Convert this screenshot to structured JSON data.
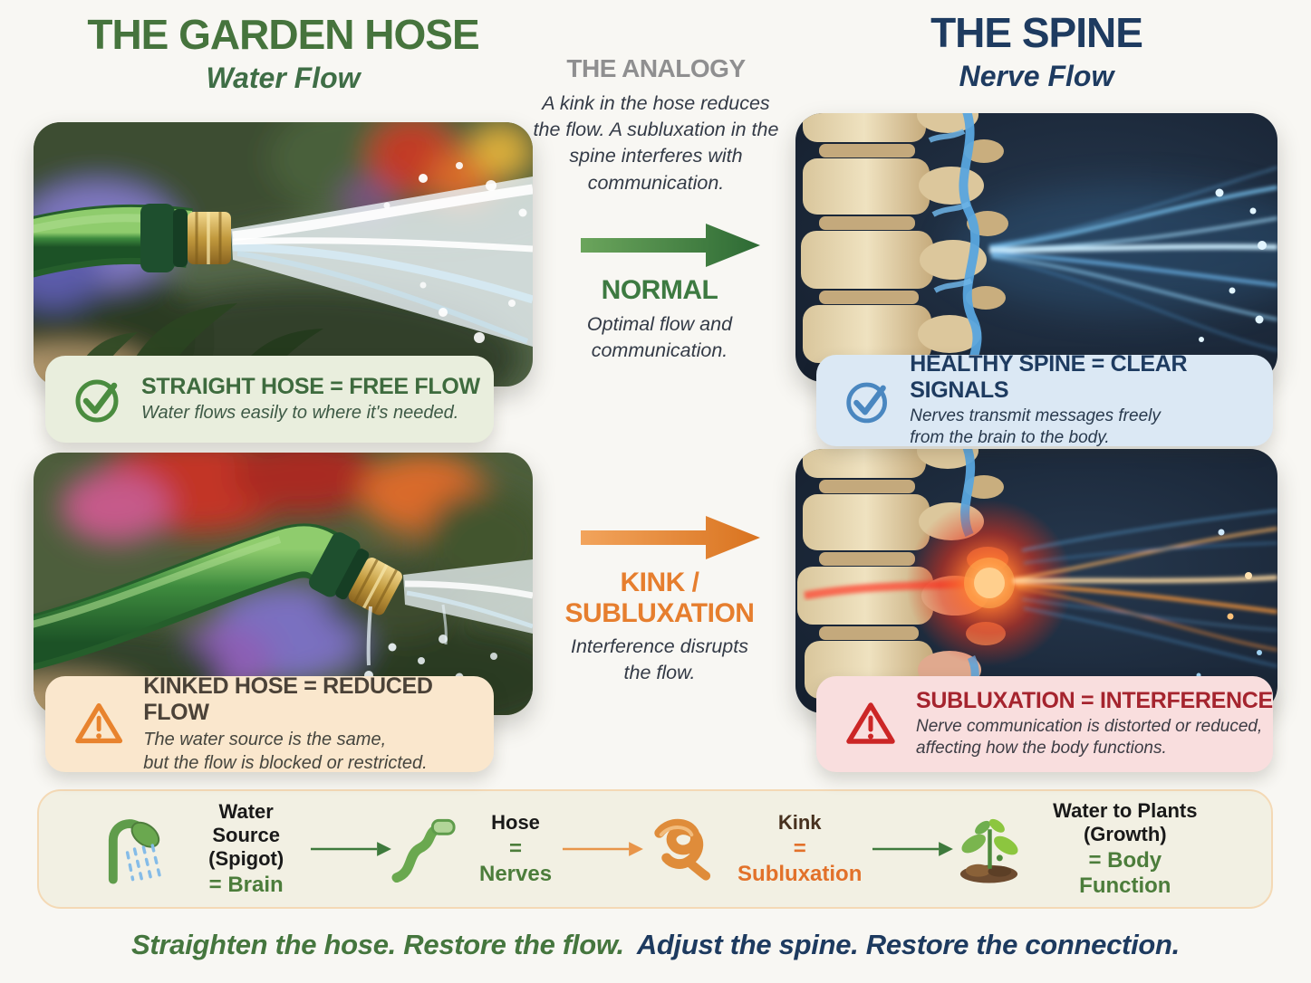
{
  "colors": {
    "background": "#f8f7f3",
    "garden_green": "#46743d",
    "spine_navy": "#1e3b60",
    "analogy_gray": "#8f8f90",
    "normal_green": "#3d7a41",
    "kink_orange": "#e67e2e",
    "alert_red": "#a5242e",
    "box_green_bg": "#e9eedd",
    "box_blue_bg": "#dbe8f4",
    "box_orange_bg": "#fae7cd",
    "box_red_bg": "#f9dede",
    "legend_bg": "#f2f0e3",
    "legend_border": "#f4d9b5"
  },
  "icons": {
    "check_green": "check-circle",
    "check_blue": "check-circle",
    "warning_orange": "warning-triangle",
    "warning_red": "warning-triangle",
    "spigot": "shower-spigot",
    "hose": "curved-hose",
    "knot": "knotted-hose",
    "plant": "sprouting-plant"
  },
  "header": {
    "left_title": "THE GARDEN HOSE",
    "left_subtitle": "Water Flow",
    "center_title": "THE ANALOGY",
    "center_text": "A kink in the hose reduces the flow. A subluxation in the spine interferes with communication.",
    "right_title": "THE SPINE",
    "right_subtitle": "Nerve Flow"
  },
  "row_normal": {
    "hose_caption": {
      "title": "STRAIGHT HOSE = FREE FLOW",
      "body_lines": [
        "Water flows easily to where it's needed."
      ]
    },
    "arrow_label": "NORMAL",
    "arrow_body": "Optimal flow and communication.",
    "spine_caption": {
      "title": "HEALTHY SPINE = CLEAR SIGNALS",
      "body_lines": [
        "Nerves transmit messages freely",
        "from the brain to the body."
      ]
    }
  },
  "row_kink": {
    "hose_caption": {
      "title": "KINKED HOSE = REDUCED FLOW",
      "body_lines": [
        "The water source is the same,",
        "but the flow is blocked or restricted."
      ]
    },
    "arrow_label_line1": "KINK /",
    "arrow_label_line2": "SUBLUXATION",
    "arrow_body": "Interference disrupts the flow.",
    "spine_caption": {
      "title": "SUBLUXATION = INTERFERENCE",
      "body_lines": [
        "Nerve communication is distorted or reduced,",
        "affecting how the body functions."
      ]
    }
  },
  "legend": {
    "items": [
      {
        "line1": "Water Source",
        "line2": "(Spigot)",
        "equals": "= Brain"
      },
      {
        "line1": "Hose",
        "equals": "= Nerves"
      },
      {
        "line1": "Kink",
        "equals": "= Subluxation"
      },
      {
        "line1": "Water to Plants",
        "line2": "(Growth)",
        "equals": "= Body Function"
      }
    ]
  },
  "footer": {
    "tagline_left": "Straighten the hose. Restore the flow.",
    "tagline_right": "Adjust the spine. Restore the connection."
  }
}
